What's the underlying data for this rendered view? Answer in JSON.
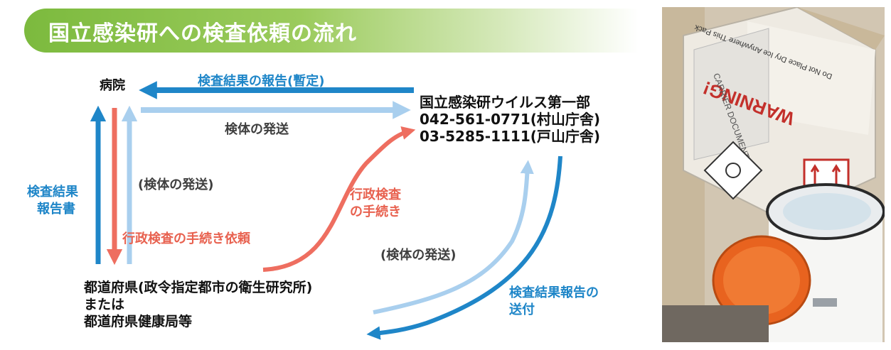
{
  "title": "国立感染研への検査依頼の流れ",
  "nodes": {
    "hospital": "病院",
    "niid_name": "国立感染研ウイルス第一部",
    "niid_phone_murayama": "042-561-0771(村山庁舎)",
    "niid_phone_toyama": "03-5285-1111(戸山庁舎)",
    "prefecture_line1": "都道府県(政令指定都市の衛生研究所)",
    "prefecture_line2": "または",
    "prefecture_line3": "都道府県健康局等"
  },
  "flows": {
    "result_report_provisional": "検査結果の報告(暫定)",
    "specimen_shipping": "検体の発送",
    "result_report_doc_line1": "検査結果",
    "result_report_doc_line2": "報告書",
    "specimen_shipping_paren": "(検体の発送)",
    "admin_request": "行政検査の手続き依頼",
    "admin_procedure_line1": "行政検査",
    "admin_procedure_line2": "の手続き",
    "specimen_shipping_paren2": "(検体の発送)",
    "result_send_line1": "検査結果報告の",
    "result_send_line2": "送付"
  },
  "photo": {
    "box_text_warning": "WARNING!",
    "box_text_carrier": "CARRIER DOCUMENTS",
    "box_text_dryice": "Do Not Place Dry Ice Anywhere This Pack"
  },
  "colors": {
    "banner_green": "#7cba3e",
    "arrow_blue": "#1f86c8",
    "arrow_light_blue": "#a9cfee",
    "arrow_red": "#ee6e60",
    "text_dark": "#111111"
  }
}
